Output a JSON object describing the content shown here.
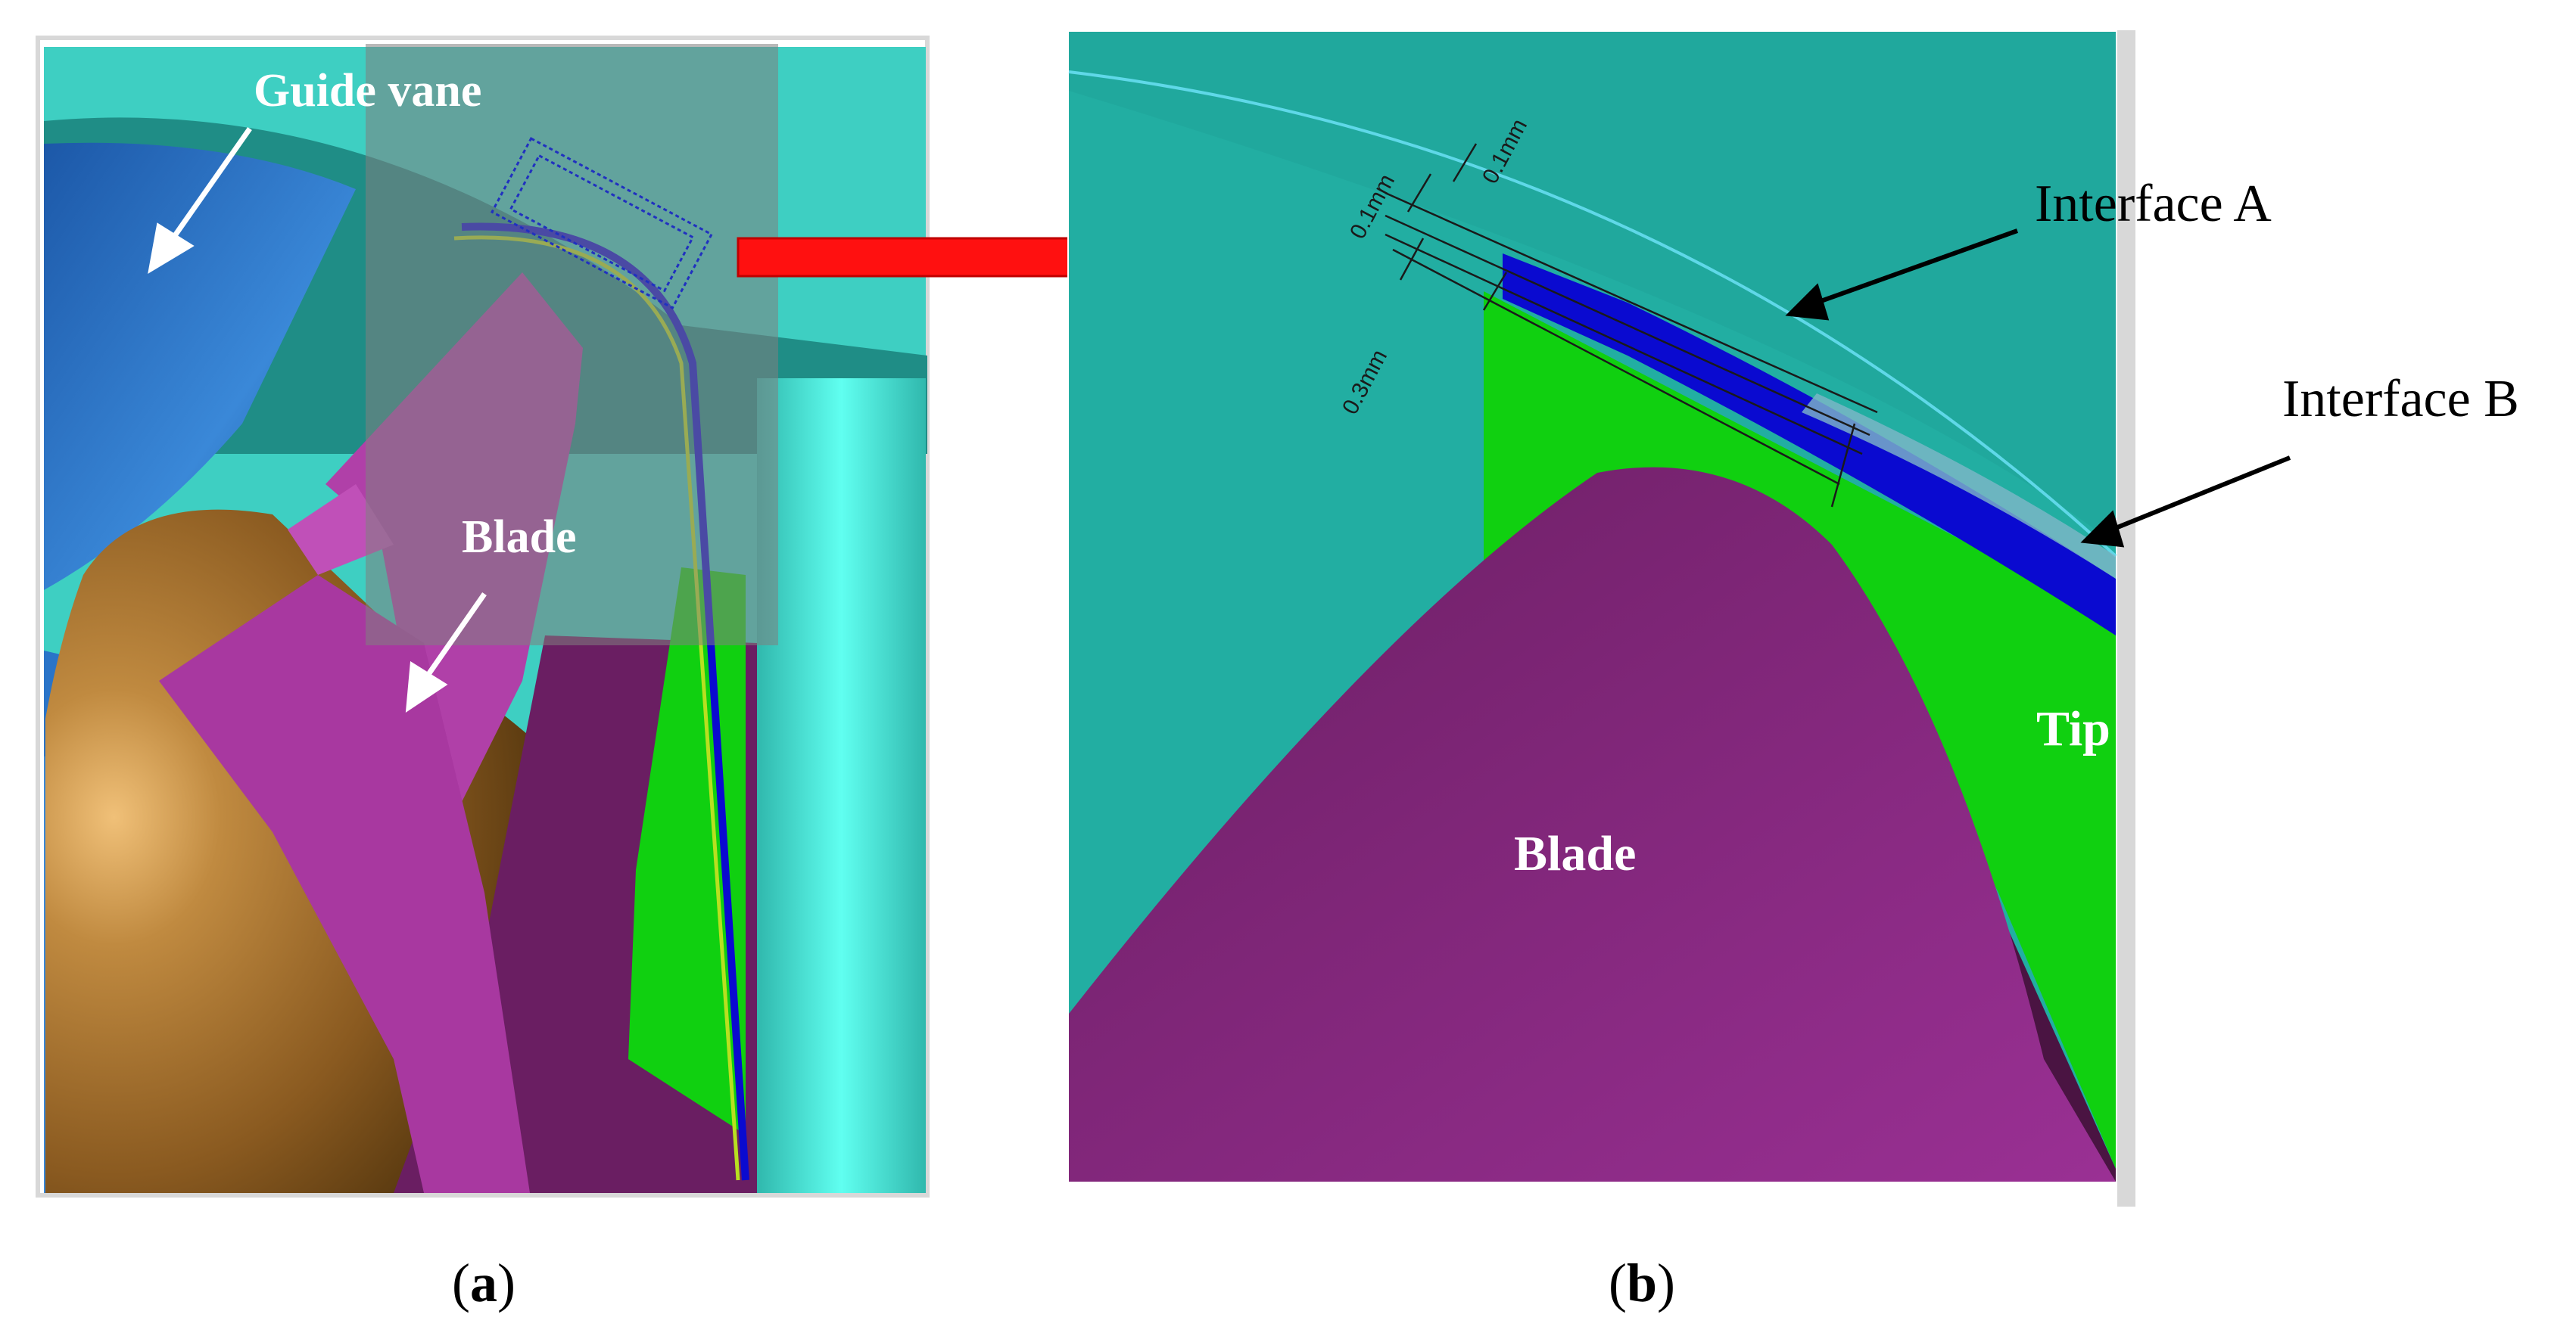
{
  "panel_a": {
    "guide_vane_label": "Guide vane",
    "blade_label": "Blade",
    "caption": {
      "open": "(",
      "letter": "a",
      "close": ")"
    }
  },
  "panel_b": {
    "dim_top_left": "0.1mm",
    "dim_top_right": "0.1mm",
    "dim_bottom": "0.3mm",
    "interface_a_label": "Interface A",
    "interface_b_label": "Interface B",
    "tip_label": "Tip",
    "blade_label": "Blade",
    "caption": {
      "open": "(",
      "letter": "b",
      "close": ")"
    }
  },
  "colors": {
    "teal_background": "#3ecfc2",
    "teal_dark": "#20a89d",
    "guide_vane_blue": "#2a74c8",
    "blade_magenta": "#a838a0",
    "blade_dark_purple": "#6a1e62",
    "hub_brown": "#9a6424",
    "tip_green": "#10d010",
    "interface_blue": "#0a0ad0",
    "arrow_red": "#ff1010"
  }
}
